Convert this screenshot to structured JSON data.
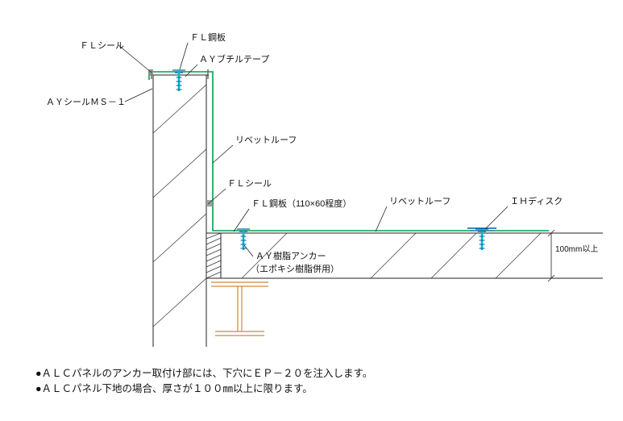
{
  "page": {
    "background": "#ffffff"
  },
  "diagram": {
    "colors": {
      "line": "#222222",
      "sheet_green": "#00a04a",
      "beam_orange": "#c98a3e",
      "anchor_dark": "#0060a8",
      "anchor_cyan": "#00b8d0"
    },
    "labels": {
      "fl_seal_top": "ＦＬシール",
      "fl_steel_top": "ＦＬ鋼板",
      "ay_butyl_tape": "ＡＹブチルテープ",
      "ay_seal_ms1": "ＡＹシールＭＳ－１",
      "rivet_roof_wall": "リベットルーフ",
      "fl_seal_mid": "ＦＬシール",
      "fl_steel_mid": "ＦＬ鋼板（110×60程度）",
      "rivet_roof_deck": "リベットルーフ",
      "ih_disk": "ＩＨディスク",
      "ay_resin_anchor_line1": "ＡＹ樹脂アンカー",
      "ay_resin_anchor_line2": "（エポキシ樹脂併用）",
      "dim_thickness": "100mm以上"
    },
    "notes": [
      "●ＡＬＣパネルのアンカー取付け部には、下穴にＥＰ－２０を注入します。",
      "●ＡＬＣパネル下地の場合、厚さが１００㎜以上に限ります。"
    ]
  }
}
